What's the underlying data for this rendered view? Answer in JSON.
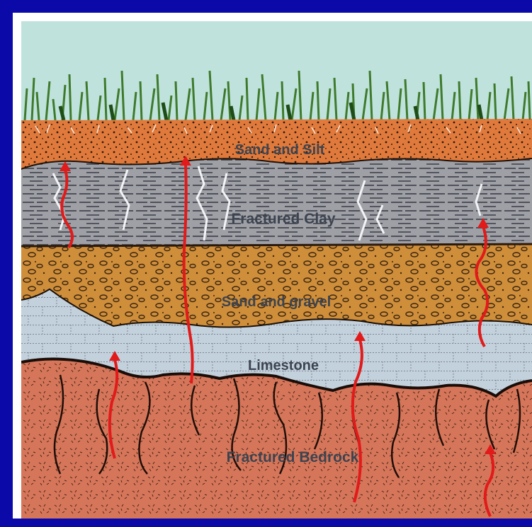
{
  "diagram": {
    "colors": {
      "background_border": "#0b0aa8",
      "sky": "#bfe3dc",
      "grass": "#3f7a2c",
      "sand_silt": "#e07a3c",
      "fractured_clay": "#9fa0a6",
      "sand_gravel": "#cf8e3a",
      "limestone": "#c3d1dc",
      "fractured_bedrock": "#d5765a",
      "flow_arrows": "#e21a1a"
    },
    "layers": [
      {
        "id": "sand-silt",
        "label": "Sand and Silt"
      },
      {
        "id": "fractured-clay",
        "label": "Fractured Clay"
      },
      {
        "id": "sand-gravel",
        "label": "Sand and gravel"
      },
      {
        "id": "limestone",
        "label": "Limestone"
      },
      {
        "id": "fractured-bedrock",
        "label": "Fractured Bedrock"
      }
    ]
  }
}
